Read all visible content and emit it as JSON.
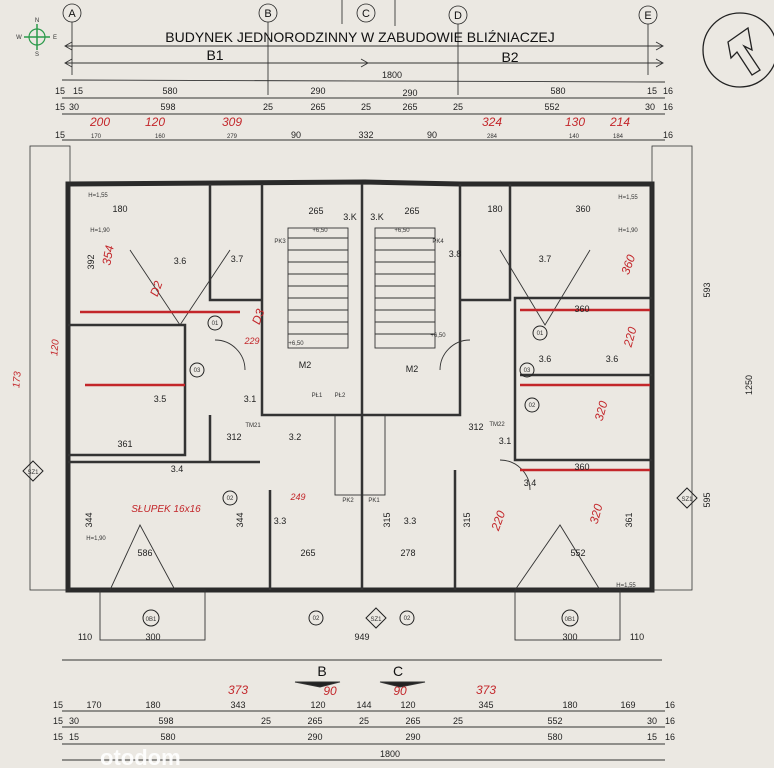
{
  "title": "BUDYNEK JEDNORODZINNY W ZABUDOWIE BLIŹNIACZEJ",
  "segments": [
    "B1",
    "B2"
  ],
  "grid_axes": [
    "A",
    "B",
    "C",
    "D",
    "E"
  ],
  "compass": {
    "n": "N",
    "w": "W",
    "e": "E",
    "s": "S"
  },
  "dims_top": {
    "total": "1800",
    "row1": [
      "15",
      "15",
      "580",
      "290",
      "290",
      "580",
      "15",
      "16"
    ],
    "row2": [
      "15",
      "30",
      "598",
      "25",
      "265",
      "25",
      "265",
      "25",
      "552",
      "30",
      "16"
    ],
    "row3": [
      "15",
      "170",
      "160",
      "279",
      "90",
      "332",
      "90",
      "284",
      "140",
      "184",
      "16"
    ],
    "red": [
      "200",
      "120",
      "309",
      "324",
      "130",
      "214"
    ]
  },
  "dims_bottom": {
    "row1": [
      "15",
      "170",
      "180",
      "343",
      "120",
      "144",
      "120",
      "345",
      "180",
      "169",
      "16"
    ],
    "row2": [
      "15",
      "30",
      "598",
      "25",
      "265",
      "25",
      "265",
      "25",
      "552",
      "30",
      "16"
    ],
    "row3": [
      "15",
      "15",
      "580",
      "290",
      "290",
      "580",
      "15",
      "16"
    ],
    "total": "1800",
    "red": [
      "373",
      "90",
      "90",
      "373"
    ],
    "balcony": [
      "110",
      "300",
      "949",
      "300",
      "110"
    ]
  },
  "sections": [
    "B",
    "C"
  ],
  "symbols": [
    "0B1",
    "0B1",
    "SZ1",
    "SZ1",
    "SZ1",
    "02",
    "02",
    "01",
    "01",
    "02",
    "02",
    "03",
    "03"
  ],
  "rooms": [
    "3.6",
    "3.7",
    "3.5",
    "3.1",
    "3.4",
    "3.3",
    "3.2",
    "3.3",
    "3.8",
    "3.7",
    "3.6",
    "3.1",
    "3.4",
    "3.6"
  ],
  "room_dims": [
    "180",
    "265",
    "265",
    "180",
    "360",
    "360",
    "360",
    "361",
    "312",
    "312",
    "586",
    "552",
    "265",
    "278",
    "392",
    "344",
    "344",
    "315",
    "315",
    "361",
    "593",
    "595",
    "1250"
  ],
  "levels": [
    "+6,50",
    "+6,50",
    "+6,50",
    "+6,50",
    "H=1,55",
    "H=1,90",
    "H=1,55",
    "H=1,90",
    "H=1,90",
    "H=1,55"
  ],
  "stair_labels": [
    "M2",
    "M2",
    "PŁ1",
    "PŁ2",
    "PK1",
    "PK2",
    "PK3",
    "PK4",
    "3.K",
    "3.K",
    "TM21",
    "TM22"
  ],
  "red_notes": [
    "354",
    "360",
    "220",
    "320",
    "320",
    "SŁUPEK 16x16",
    "D2",
    "D3",
    "220",
    "229",
    "249",
    "120",
    "173"
  ],
  "watermark": "otodom"
}
